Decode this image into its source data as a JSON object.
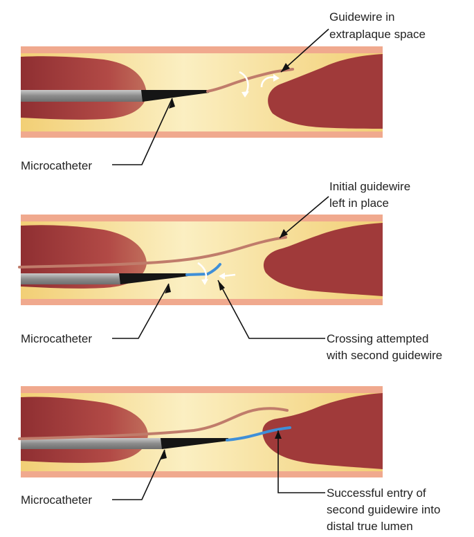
{
  "panels": [
    {
      "labels": {
        "top_right_line1": "Guidewire in",
        "top_right_line2": "extraplaque space",
        "left": "Microcatheter"
      }
    },
    {
      "labels": {
        "top_right_line1": "Initial guidewire",
        "top_right_line2": "left in place",
        "left": "Microcatheter",
        "bottom_right_line1": "Crossing attempted",
        "bottom_right_line2": "with second guidewire"
      }
    },
    {
      "labels": {
        "left": "Microcatheter",
        "bottom_right_line1": "Successful entry of",
        "bottom_right_line2": "second guidewire into",
        "bottom_right_line3": "distal true lumen"
      }
    }
  ],
  "colors": {
    "vessel_wall": "#f0a98e",
    "vessel_wall_inner": "#e8896a",
    "plaque_fill": "#f3d27a",
    "lumen_light": "#fbf1c6",
    "occlusion": "#a03a3a",
    "occlusion_dark": "#7d2727",
    "microcatheter_grey": "#9b9b9b",
    "microcatheter_tip": "#151515",
    "guidewire_pink": "#c07c6b",
    "second_guidewire_blue": "#3f8fd8",
    "arrow_white": "#ffffff"
  }
}
